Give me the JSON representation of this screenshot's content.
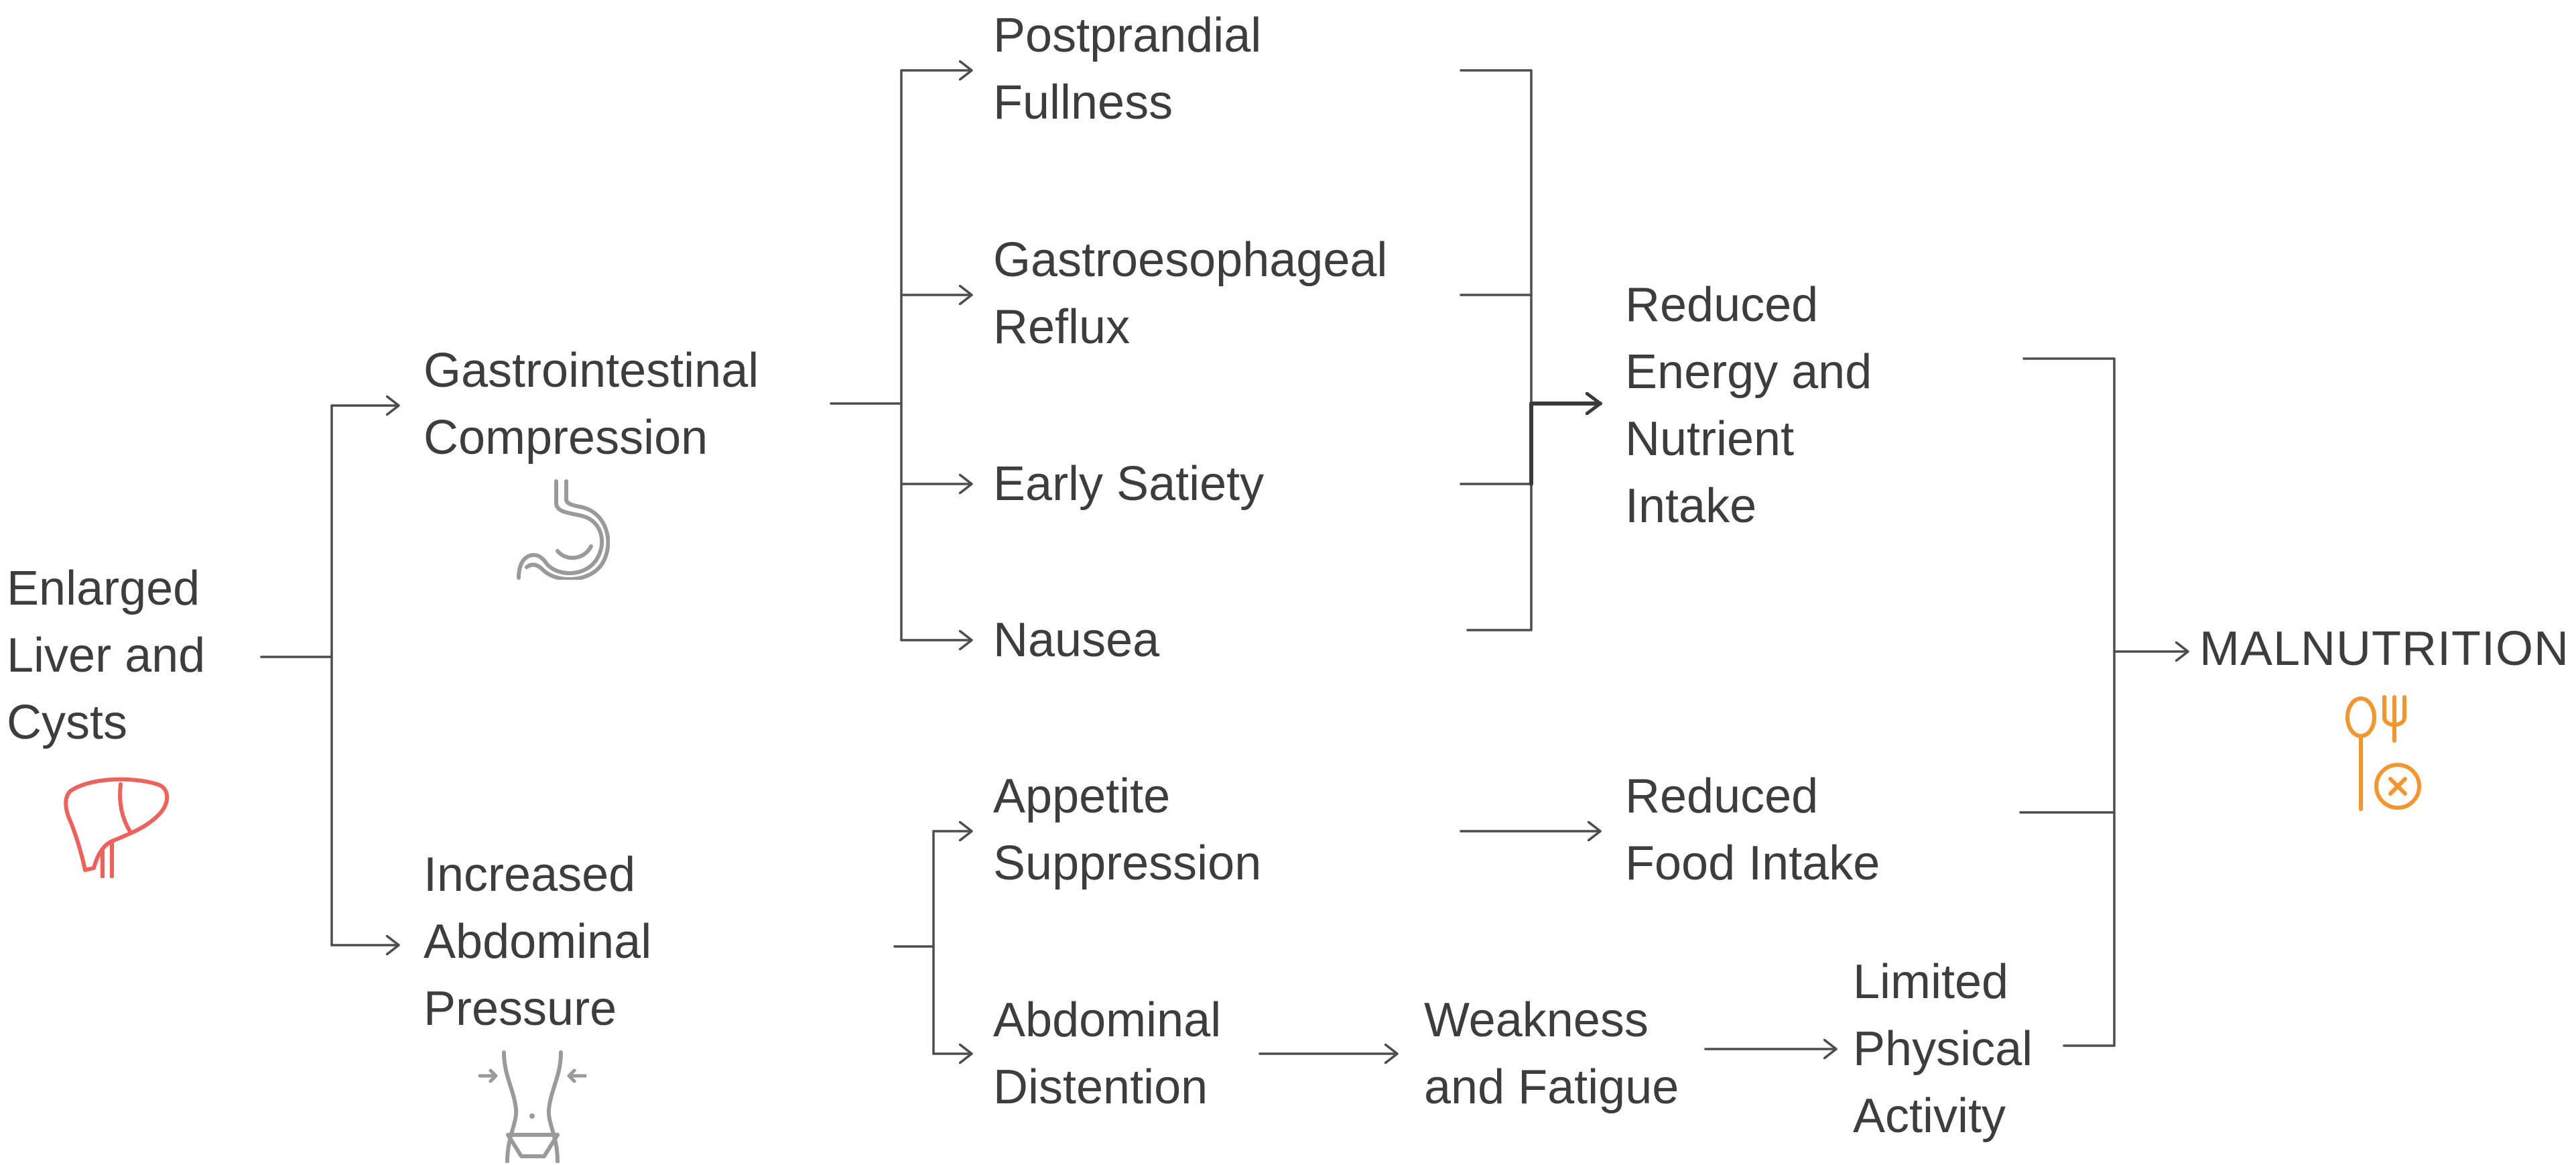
{
  "nodes": {
    "enlarged_liver": [
      "Enlarged",
      "Liver and",
      "Cysts"
    ],
    "gi_compression": [
      "Gastrointestinal",
      "Compression"
    ],
    "abdominal_pressure": [
      "Increased",
      "Abdominal",
      "Pressure"
    ],
    "postprandial": [
      "Postprandial",
      "Fullness"
    ],
    "reflux": [
      "Gastroesophageal",
      "Reflux"
    ],
    "early_satiety": [
      "Early Satiety"
    ],
    "nausea": [
      "Nausea"
    ],
    "appetite": [
      "Appetite",
      "Suppression"
    ],
    "distention": [
      "Abdominal",
      "Distention"
    ],
    "reduced_energy": [
      "Reduced",
      "Energy and",
      "Nutrient",
      "Intake"
    ],
    "reduced_food": [
      "Reduced",
      "Food Intake"
    ],
    "weakness": [
      "Weakness",
      "and Fatigue"
    ],
    "limited_activity": [
      "Limited",
      "Physical",
      "Activity"
    ],
    "malnutrition": [
      "MALNUTRITION"
    ]
  },
  "colors": {
    "text": "#3d3d3d",
    "connector": "#4d4d4d",
    "liver_icon": "#f2605a",
    "gray_icon": "#9a9a9a",
    "malnutrition_icon": "#f5952a"
  },
  "icons": {
    "liver": "liver-icon",
    "stomach": "stomach-icon",
    "abdomen": "abdomen-pressure-icon",
    "malnutrition": "spoon-fork-cancel-icon"
  }
}
